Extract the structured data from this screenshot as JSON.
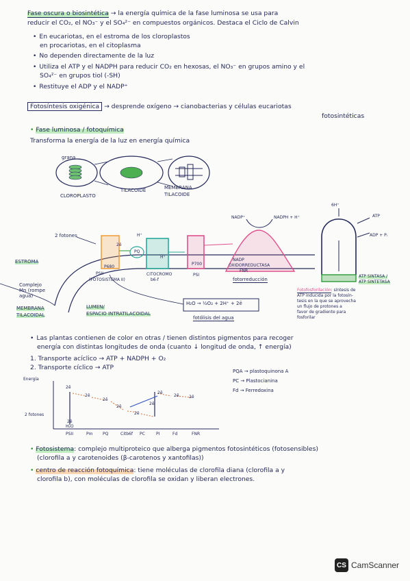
{
  "section1": {
    "title": "Fase oscura o biosintética",
    "title_rest": "→ la energía química de la fase luminosa se usa para",
    "line2": "reducir el CO₂, el NO₃⁻ y el SO₄²⁻ en compuestos orgánicos. Destaca el Ciclo de Calvin",
    "bullets": [
      "En eucariotas, en el estroma de los cloroplastos",
      "en procariotas, en el citoplasma",
      "No dependen directamente de la luz",
      "Utiliza el ATP y el NADPH para reducir CO₂ en hexosas, el NO₃⁻ en grupos amino y el",
      "SO₄²⁻ en grupos tiol (-SH)",
      "Restituye el ADP y el NADP⁺"
    ]
  },
  "section2": {
    "box_label": "Fotosíntesis oxigénica",
    "box_rest": "→ desprende oxígeno → cianobacterias y células eucariotas",
    "box_rest2": "fotosintéticas",
    "phase_title": "Fase luminosa / fotoquímica",
    "phase_desc": "Transforma la energía de la luz en energía química"
  },
  "chloroplast": {
    "grana": "grana",
    "cloroplasto": "CLOROPLASTO",
    "tilacoide": "TILACOIDE",
    "membrana1": "MEMBRANA",
    "membrana2": "TILACOIDE"
  },
  "membrane": {
    "label_2fotones": "2 fotones",
    "label_estroma": "ESTROMA",
    "label_complejo1": "Complejo",
    "label_complejo2": "Mn (rompe",
    "label_complejo3": "agua)",
    "label_membrana1": "MEMBRANA",
    "label_membrana2": "TILACOIDAL",
    "label_lumen1": "LUMEN/",
    "label_lumen2": "ESPACIO INTRATILACOIDAL",
    "ps2": "PSII",
    "ps2b": "P680",
    "ps2c": "(FOTOSISTEMA II)",
    "citocromo": "CITOCROMO",
    "citocromo2": "b6-f",
    "ps1": "PSI",
    "ps1b": "P700",
    "pq": "PQ",
    "h1": "H⁺",
    "h2": "H⁺",
    "e2": "2ē",
    "nadp": "NADP⁺",
    "nadph": "NADPH + H⁺",
    "fnr1": "NADP",
    "fnr2": "OXIDORREDUCTASA",
    "fnr3": "FNR",
    "fotorreduccion": "fotorreducción",
    "water": "H₂O → ½O₂ + 2H⁺ + 2ē",
    "fotolisis": "fotólisis del agua",
    "atp_h": "6H⁺",
    "atp": "ATP",
    "adp": "ADP + Pᵢ",
    "atpasa1": "ATP SINTASA /",
    "atpasa2": "ATP SINTETASA",
    "fotofosf_title": "Fotofosforilación",
    "fotofosf": [
      "síntesis de",
      "ATP inducida por la fotosín-",
      "tesis en la que se aprovecha",
      "un flujo de protones a",
      "favor de gradiente para",
      "fosforilar"
    ]
  },
  "section3": {
    "bullet": "Las plantas contienen de color en otras / tienen distintos pigmentos para recoger",
    "bullet2": "energía con distintas longitudes de onda (cuanto ↓ longitud de onda, ↑ energía)",
    "item1": "1. Transporte acíclico → ATP + NADPH + O₂",
    "item2": "2. Transporte cíclico → ATP"
  },
  "graph": {
    "ylabel": "Energía",
    "y2label": "2 fotones",
    "xlabels": [
      "PSII",
      "Pm",
      "PQ",
      "Citb6f",
      "PC",
      "PI",
      "Fd",
      "FNR"
    ],
    "e_labels": [
      "2ē",
      "2ē",
      "2ē",
      "2ē",
      "2ē",
      "2ē",
      "2ē",
      "2ē",
      "2ē"
    ],
    "bottom": "2ē",
    "bottom2": "H₂O"
  },
  "legend": [
    "PQA → plastoquinona A",
    "PC → Plastocianina",
    "Fd → Ferredoxina"
  ],
  "section4": {
    "foto_title": "Fotosistema",
    "foto_rest": ": complejo multiproteico que alberga pigmentos fotosintéticos (fotosensibles)",
    "foto_line2": "(clorofila a y carotenoides (β-carotenos y xantofilas))",
    "centro_title": "centro de reacción fotoquímica",
    "centro_rest": ": tiene moléculas de clorofila diana (clorofila a y",
    "centro_line2": "clorofila b), con moléculas de clorofila se oxidan y liberan electrones."
  },
  "scanner": {
    "logo": "CS",
    "name": "CamScanner"
  },
  "colors": {
    "ink": "#23285a",
    "green": "#2d9a3a",
    "orange": "#f0a040",
    "pink": "#e0508a",
    "teal": "#2aa89a"
  }
}
